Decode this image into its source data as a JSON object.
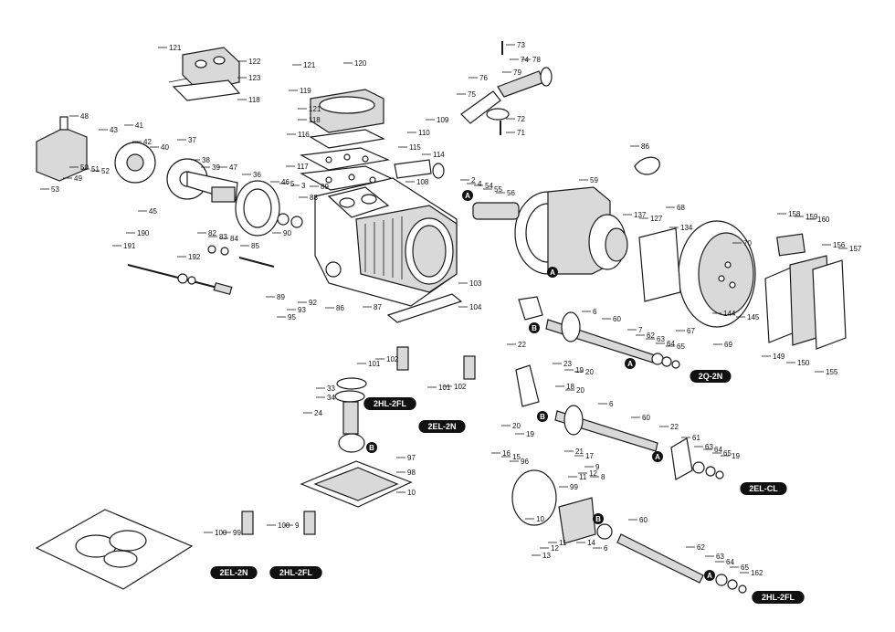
{
  "callouts": [
    "121",
    "122",
    "123",
    "118",
    "120",
    "121",
    "119",
    "121",
    "118",
    "116",
    "117",
    "73",
    "74",
    "76",
    "78",
    "79",
    "75",
    "72",
    "71",
    "48",
    "41",
    "43",
    "42",
    "40",
    "37",
    "38",
    "39",
    "47",
    "36",
    "46",
    "5",
    "3",
    "53",
    "49",
    "50",
    "51",
    "52",
    "45",
    "110",
    "109",
    "115",
    "114",
    "108",
    "88",
    "89",
    "2",
    "4",
    "54",
    "55",
    "56",
    "59",
    "86",
    "137",
    "127",
    "68",
    "134",
    "70",
    "158",
    "159",
    "160",
    "156",
    "157",
    "90",
    "82",
    "83",
    "84",
    "85",
    "190",
    "191",
    "192",
    "89",
    "95",
    "93",
    "92",
    "86",
    "87",
    "103",
    "104",
    "101",
    "102",
    "101",
    "102",
    "22",
    "6",
    "60",
    "7",
    "62",
    "63",
    "64",
    "65",
    "23",
    "19",
    "20",
    "144",
    "145",
    "149",
    "150",
    "155",
    "67",
    "69",
    "33",
    "34",
    "24",
    "20",
    "19",
    "18",
    "20",
    "6",
    "60",
    "22",
    "61",
    "63",
    "64",
    "65",
    "19",
    "21",
    "17",
    "16",
    "15",
    "96",
    "97",
    "98",
    "10",
    "11",
    "12",
    "9",
    "8",
    "99",
    "100",
    "99",
    "100",
    "9",
    "10",
    "11",
    "12",
    "13",
    "14",
    "6",
    "60",
    "62",
    "63",
    "64",
    "65",
    "162"
  ],
  "variant_labels": [
    "2Q-2N",
    "2EL-CL",
    "2HL-2FL",
    "2EL-2N",
    "2HL-2FL",
    "2EL-2N",
    "2HL-2FL"
  ],
  "circle_markers": [
    "A",
    "B",
    "A",
    "B",
    "A",
    "B",
    "A",
    "B",
    "A"
  ]
}
